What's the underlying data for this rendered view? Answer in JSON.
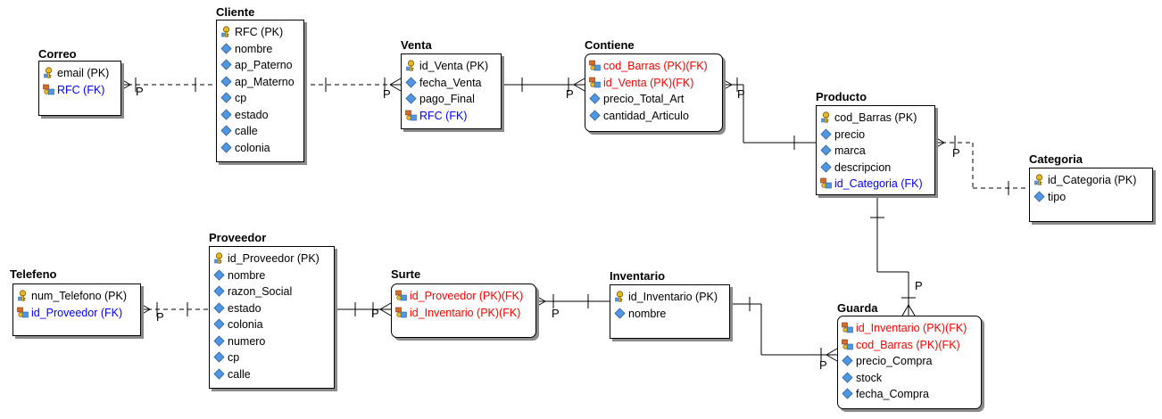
{
  "entities": {
    "correo": {
      "title": "Correo",
      "attributes": [
        {
          "name": "email (PK)",
          "kind": "pk"
        },
        {
          "name": "RFC (FK)",
          "kind": "fk"
        }
      ]
    },
    "cliente": {
      "title": "Cliente",
      "attributes": [
        {
          "name": "RFC (PK)",
          "kind": "pk"
        },
        {
          "name": "nombre",
          "kind": "attr"
        },
        {
          "name": "ap_Paterno",
          "kind": "attr"
        },
        {
          "name": "ap_Materno",
          "kind": "attr"
        },
        {
          "name": "cp",
          "kind": "attr"
        },
        {
          "name": "estado",
          "kind": "attr"
        },
        {
          "name": "calle",
          "kind": "attr"
        },
        {
          "name": "colonia",
          "kind": "attr"
        }
      ]
    },
    "venta": {
      "title": "Venta",
      "attributes": [
        {
          "name": "id_Venta (PK)",
          "kind": "pk"
        },
        {
          "name": "fecha_Venta",
          "kind": "attr"
        },
        {
          "name": "pago_Final",
          "kind": "attr"
        },
        {
          "name": "RFC (FK)",
          "kind": "fk"
        }
      ]
    },
    "contiene": {
      "title": "Contiene",
      "attributes": [
        {
          "name": "cod_Barras (PK)(FK)",
          "kind": "pkfk"
        },
        {
          "name": "id_Venta (PK)(FK)",
          "kind": "pkfk"
        },
        {
          "name": "precio_Total_Art",
          "kind": "attr"
        },
        {
          "name": "cantidad_Articulo",
          "kind": "attr"
        }
      ]
    },
    "producto": {
      "title": "Producto",
      "attributes": [
        {
          "name": "cod_Barras (PK)",
          "kind": "pk"
        },
        {
          "name": "precio",
          "kind": "attr"
        },
        {
          "name": "marca",
          "kind": "attr"
        },
        {
          "name": "descripcion",
          "kind": "attr"
        },
        {
          "name": "id_Categoria (FK)",
          "kind": "fk"
        }
      ]
    },
    "categoria": {
      "title": "Categoria",
      "attributes": [
        {
          "name": "id_Categoria (PK)",
          "kind": "pk"
        },
        {
          "name": "tipo",
          "kind": "attr"
        }
      ]
    },
    "telefono": {
      "title": "Telefeno",
      "attributes": [
        {
          "name": "num_Telefono (PK)",
          "kind": "pk"
        },
        {
          "name": "id_Proveedor (FK)",
          "kind": "fk"
        }
      ]
    },
    "proveedor": {
      "title": "Proveedor",
      "attributes": [
        {
          "name": "id_Proveedor (PK)",
          "kind": "pk"
        },
        {
          "name": "nombre",
          "kind": "attr"
        },
        {
          "name": "razon_Social",
          "kind": "attr"
        },
        {
          "name": "estado",
          "kind": "attr"
        },
        {
          "name": "colonia",
          "kind": "attr"
        },
        {
          "name": "numero",
          "kind": "attr"
        },
        {
          "name": "cp",
          "kind": "attr"
        },
        {
          "name": "calle",
          "kind": "attr"
        }
      ]
    },
    "surte": {
      "title": "Surte",
      "attributes": [
        {
          "name": "id_Proveedor (PK)(FK)",
          "kind": "pkfk"
        },
        {
          "name": "id_Inventario (PK)(FK)",
          "kind": "pkfk"
        }
      ]
    },
    "inventario": {
      "title": "Inventario",
      "attributes": [
        {
          "name": "id_Inventario (PK)",
          "kind": "pk"
        },
        {
          "name": "nombre",
          "kind": "attr"
        }
      ]
    },
    "guarda": {
      "title": "Guarda",
      "attributes": [
        {
          "name": "id_Inventario (PK)(FK)",
          "kind": "pkfk"
        },
        {
          "name": "cod_Barras (PK)(FK)",
          "kind": "pkfk"
        },
        {
          "name": "precio_Compra",
          "kind": "attr"
        },
        {
          "name": "stock",
          "kind": "attr"
        },
        {
          "name": "fecha_Compra",
          "kind": "attr"
        }
      ]
    }
  },
  "relationships": {
    "correo_cliente": {
      "label": "P",
      "style": "dashed"
    },
    "cliente_venta": {
      "label": "P",
      "style": "dashed"
    },
    "venta_contiene": {
      "label": "P",
      "style": "solid"
    },
    "contiene_producto": {
      "label": "P",
      "style": "solid"
    },
    "producto_categoria": {
      "label": "P",
      "style": "dashed"
    },
    "producto_guarda": {
      "label": "P",
      "style": "solid"
    },
    "telefono_proveedor": {
      "label": "P",
      "style": "dashed"
    },
    "proveedor_surte": {
      "label": "P",
      "style": "solid"
    },
    "surte_inventario": {
      "label": "P",
      "style": "solid"
    },
    "inventario_guarda": {
      "label": "P",
      "style": "solid"
    }
  },
  "colors": {
    "fk": "#0000ff",
    "pkfk": "#ff0000",
    "line": "#000000",
    "shadow": "#8a8a8a",
    "attr_icon": "#4f97e0"
  },
  "icons": {
    "pk": "key-icon",
    "fk": "foreign-key-icon",
    "pkfk": "foreign-key-icon",
    "attr": "attribute-diamond-icon"
  }
}
